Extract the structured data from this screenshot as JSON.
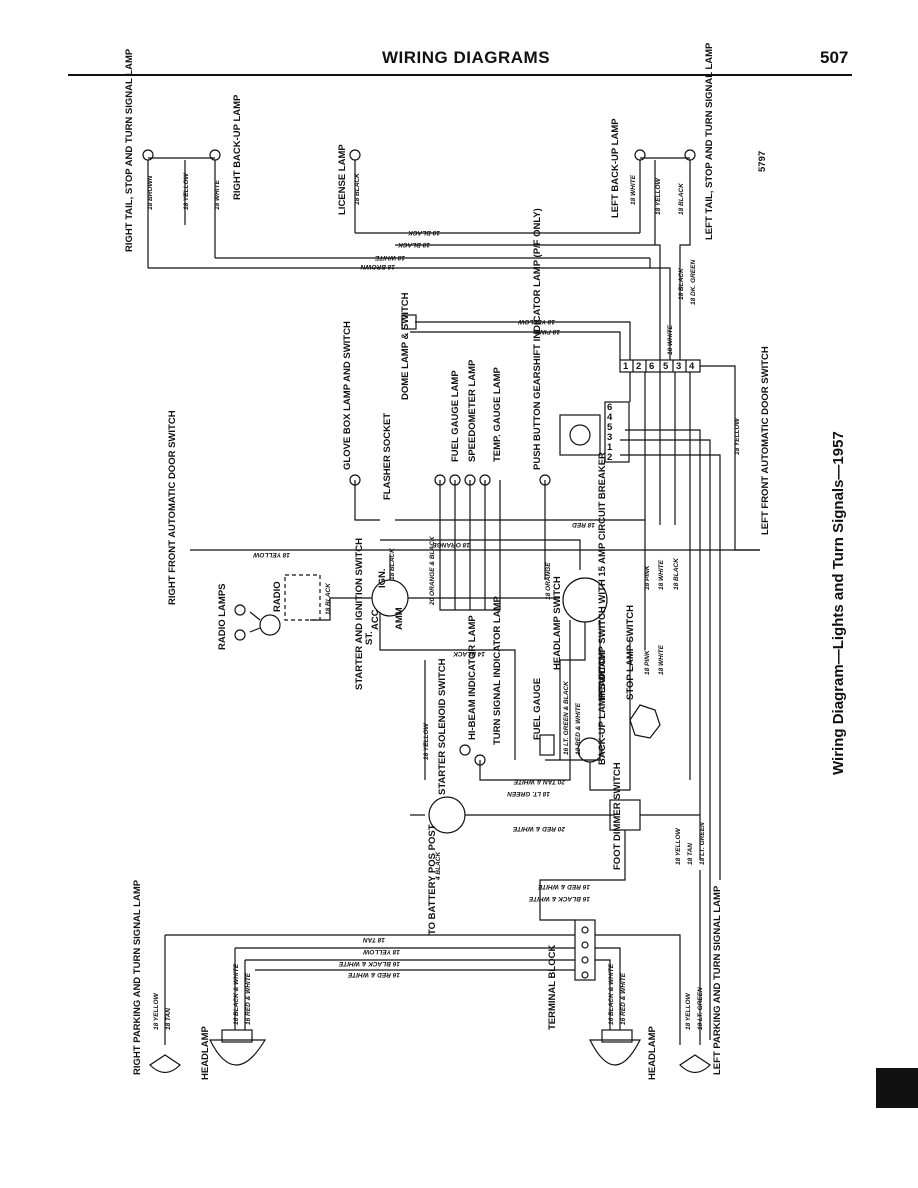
{
  "header": {
    "title": "WIRING DIAGRAMS",
    "page_number": "507"
  },
  "caption": "Wiring Diagram—Lights and Turn Signals—1957",
  "figure_code": "5797",
  "components": {
    "right_tail_stop_turn": "RIGHT TAIL, STOP AND TURN SIGNAL LAMP",
    "right_backup": "RIGHT BACK-UP LAMP",
    "license_lamp": "LICENSE LAMP",
    "left_backup": "LEFT BACK-UP LAMP",
    "left_tail_stop_turn": "LEFT TAIL, STOP AND TURN SIGNAL LAMP",
    "dome_lamp": "DOME LAMP & SWITCH",
    "glove_box": "GLOVE BOX LAMP AND SWITCH",
    "flasher_socket": "FLASHER SOCKET",
    "fuel_gauge_lamp": "FUEL GAUGE LAMP",
    "speedometer_lamp": "SPEEDOMETER LAMP",
    "temp_gauge_lamp": "TEMP. GAUGE LAMP",
    "push_button": "PUSH BUTTON GEARSHIFT INDICATOR LAMP (P/F ONLY)",
    "right_door_switch": "RIGHT FRONT AUTOMATIC DOOR SWITCH",
    "left_door_switch": "LEFT FRONT AUTOMATIC DOOR SWITCH",
    "radio_lamps": "RADIO LAMPS",
    "radio": "RADIO",
    "starter_ignition": "STARTER AND IGNITION SWITCH",
    "headlamp_switch": "HEADLAMP SWITCH",
    "headlamp_switch_breaker": "HEADLAMP SWITCH WITH 15 AMP CIRCUIT BREAKER",
    "stop_lamp_switch": "STOP LAMP SWITCH",
    "backup_lamp_switch": "BACK-UP LAMP SWITCH",
    "fuel_gauge": "FUEL GAUGE",
    "turn_signal_indicator": "TURN SIGNAL INDICATOR LAMP",
    "hi_beam_indicator": "HI-BEAM INDICATOR LAMP",
    "starter_solenoid": "STARTER SOLENOID SWITCH",
    "battery": "TO BATTERY POS POST",
    "foot_dimmer": "FOOT DIMMER SWITCH",
    "terminal_block": "TERMINAL BLOCK",
    "right_parking": "RIGHT PARKING AND TURN SIGNAL LAMP",
    "left_parking": "LEFT PARKING AND TURN SIGNAL LAMP",
    "headlamp": "HEADLAMP",
    "ign": "IGN.",
    "acc": "ACC",
    "amm": "AMM",
    "st": "ST."
  },
  "wires": {
    "w18_brown": "18 BROWN",
    "w18_black": "18 BLACK",
    "w18_yellow": "18 YELLOW",
    "w18_white": "18 WHITE",
    "w18_pink": "18 PINK",
    "w18_orange": "18 ORANGE",
    "w18_red": "18 RED",
    "w18_tan": "18 TAN",
    "w18_lt_green": "18 LT. GREEN",
    "w18_dk_green": "18 DK. GREEN",
    "w14_black": "14 BLACK",
    "w12_red_white": "12 RED & WHITE",
    "w16_lt_green_black": "16 LT. GREEN & BLACK",
    "w16_red_white": "16 RED & WHITE",
    "w16_black_white": "16 BLACK & WHITE",
    "w20_tan_white": "20 TAN & WHITE",
    "w20_red_white": "20 RED & WHITE",
    "w20_orange_black": "20 ORANGE & BLACK",
    "w18_orange_v": "18 ORANGE",
    "w18_white_v": "18 WHITE",
    "w4_black": "4 BLACK"
  },
  "connector_pins_top": [
    "1",
    "2",
    "6",
    "5",
    "3",
    "4"
  ],
  "connector_pins_mid": [
    "2",
    "1",
    "3",
    "5",
    "4",
    "6"
  ]
}
